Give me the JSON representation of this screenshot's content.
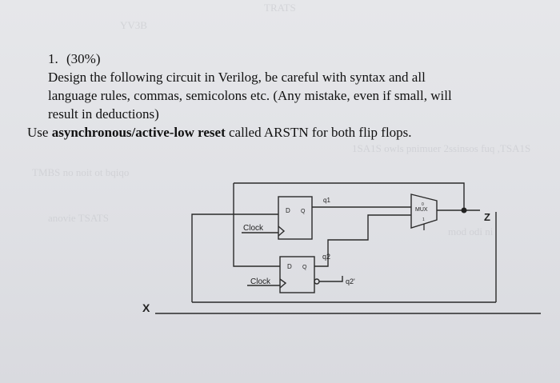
{
  "question": {
    "number": "1.",
    "weight": "(30%)",
    "line1": "Design the following circuit in Verilog, be careful with syntax and all",
    "line2": "language rules, commas, semicolons etc. (Any mistake, even if small, will",
    "line3": "result in deductions)",
    "line4_pre": "Use ",
    "line4_bold": "asynchronous/active-low reset",
    "line4_post": " called ARSTN for both flip flops."
  },
  "circuit": {
    "ff1": {
      "d": "D",
      "q": "Q",
      "clock": "Clock"
    },
    "ff2": {
      "d": "D",
      "q": "Q",
      "clock": "Clock"
    },
    "mux": {
      "sel0": "0",
      "label": "MUX",
      "sel1": "1"
    },
    "wires": {
      "q1": "q1",
      "q2": "q2",
      "q2n": "q2'"
    },
    "input": "X",
    "output": "Z"
  }
}
